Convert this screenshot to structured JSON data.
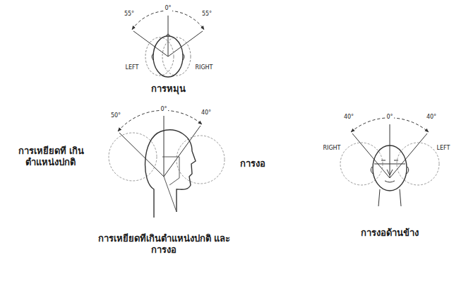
{
  "diagram": {
    "labels": [
      "55°",
      "0°",
      "55°",
      "LEFT",
      "RIGHT",
      "การหมุน",
      "50°",
      "0°",
      "40°",
      "การเหยียดที เกินตำแหน่งปกติ",
      "การงอ",
      "การเหยียดทีเกินตำแหน่งปกติ และการงอ",
      "40°",
      "0°",
      "40°",
      "RIGHT",
      "LEFT",
      "การงอด้านข้าง"
    ]
  }
}
